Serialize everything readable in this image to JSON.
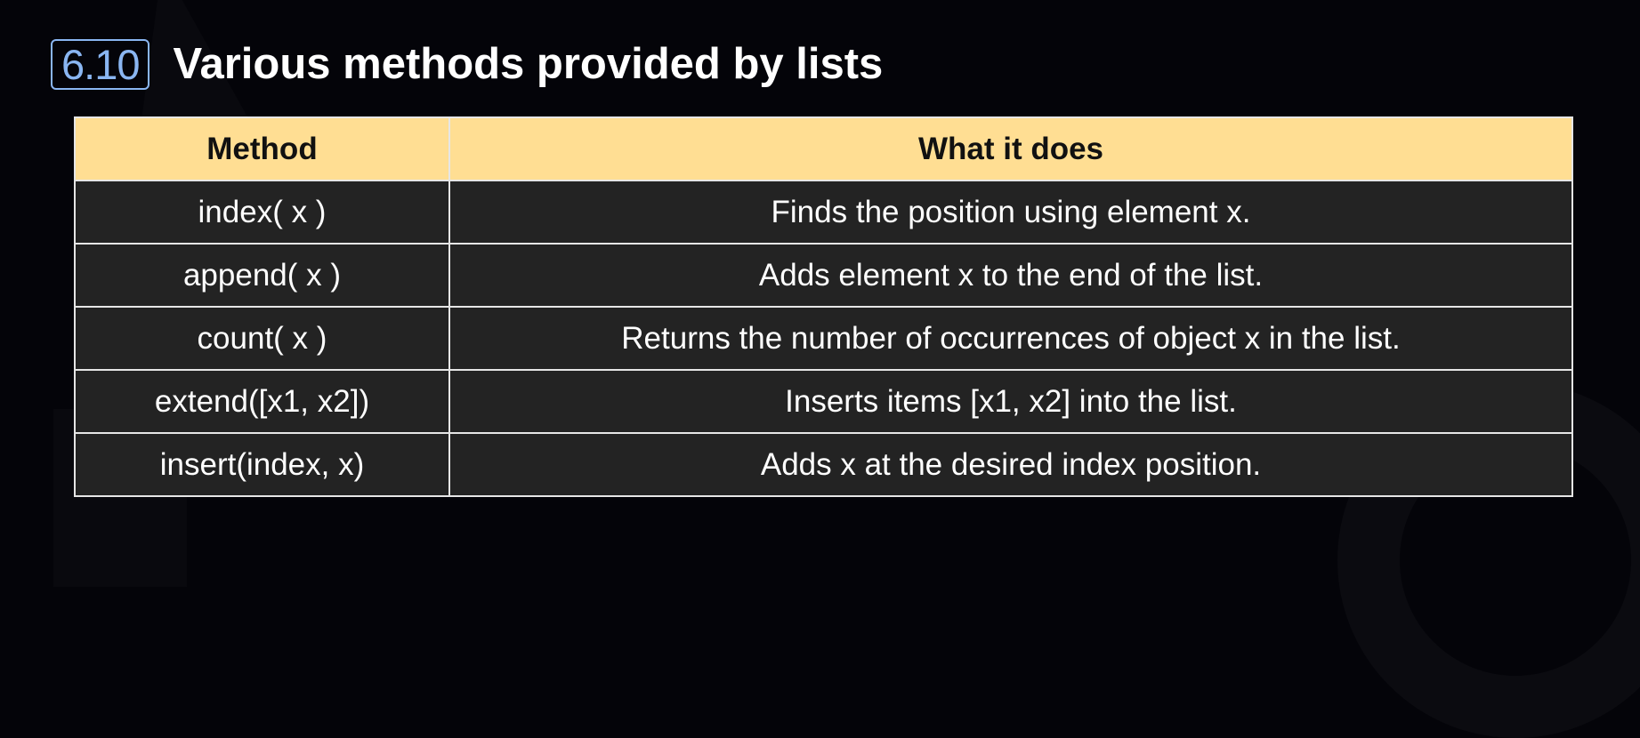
{
  "header": {
    "section_number": "6.10",
    "title": "Various methods provided by lists"
  },
  "table": {
    "columns": [
      "Method",
      "What it does"
    ],
    "rows": [
      {
        "method": "index( x )",
        "description": "Finds the position using element x."
      },
      {
        "method": "append( x )",
        "description": "Adds element x to the end of the list."
      },
      {
        "method": "count( x )",
        "description": "Returns the number of occurrences of object x in the list."
      },
      {
        "method": "extend([x1, x2])",
        "description": "Inserts items [x1, x2] into the list."
      },
      {
        "method": "insert(index, x)",
        "description": "Adds x at the desired index position."
      }
    ]
  },
  "colors": {
    "background": "#040409",
    "badge_accent": "#8ab6f2",
    "header_row": "#ffde93",
    "body_row": "#232323"
  }
}
